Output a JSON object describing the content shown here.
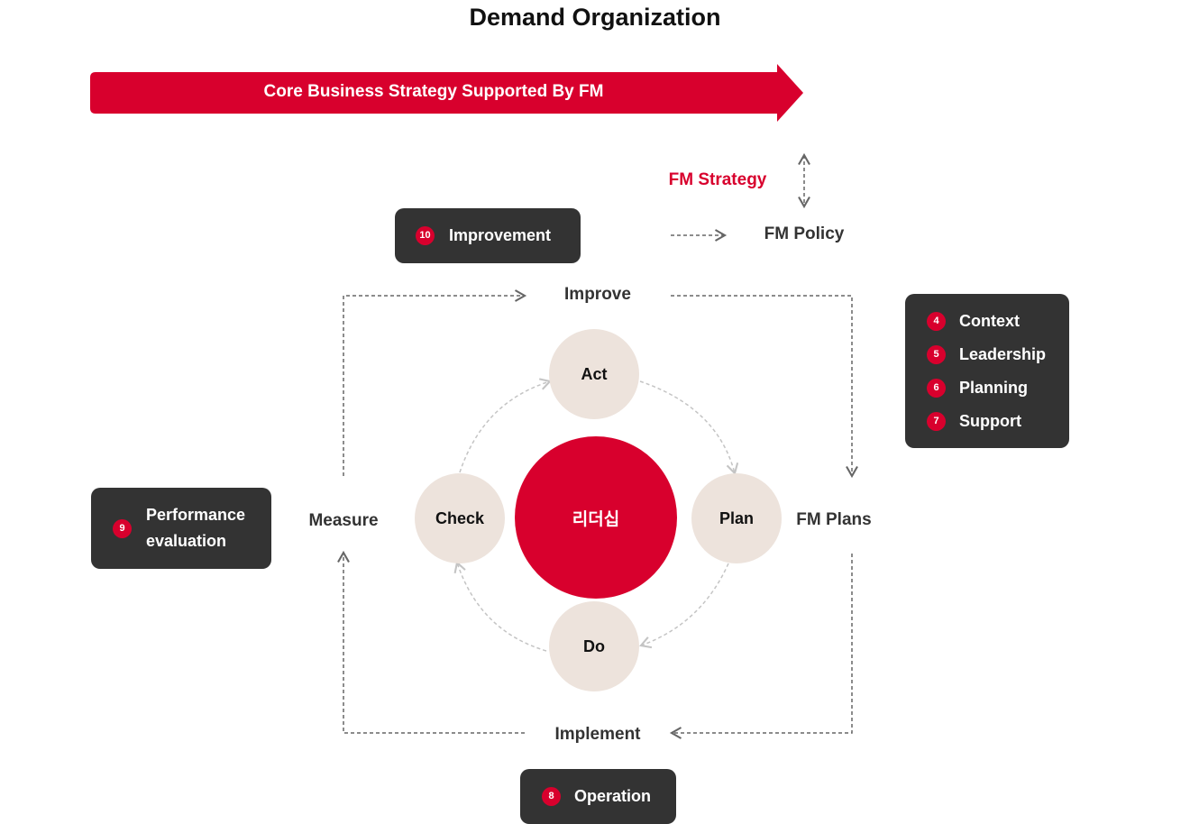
{
  "title": "Demand Organization",
  "banner": {
    "label": "Core Business Strategy Supported By FM",
    "color": "#d8002d"
  },
  "fm_strategy": "FM Strategy",
  "fm_policy": "FM Policy",
  "improvement_box": {
    "num": "10",
    "label": "Improvement"
  },
  "cycle_labels": {
    "improve": "Improve",
    "fm_plans": "FM Plans",
    "implement": "Implement",
    "measure": "Measure"
  },
  "pdca": {
    "act": "Act",
    "plan": "Plan",
    "do": "Do",
    "check": "Check",
    "center": "리더십"
  },
  "planning_box": {
    "items": [
      {
        "num": "4",
        "label": "Context"
      },
      {
        "num": "5",
        "label": "Leadership"
      },
      {
        "num": "6",
        "label": "Planning"
      },
      {
        "num": "7",
        "label": "Support"
      }
    ]
  },
  "performance_box": {
    "num": "9",
    "line1": "Performance",
    "line2": "evaluation"
  },
  "operation_box": {
    "num": "8",
    "label": "Operation"
  },
  "colors": {
    "accent": "#d8002d",
    "dark_box": "#333333",
    "circle": "#ede3dc",
    "connector": "#666666"
  }
}
